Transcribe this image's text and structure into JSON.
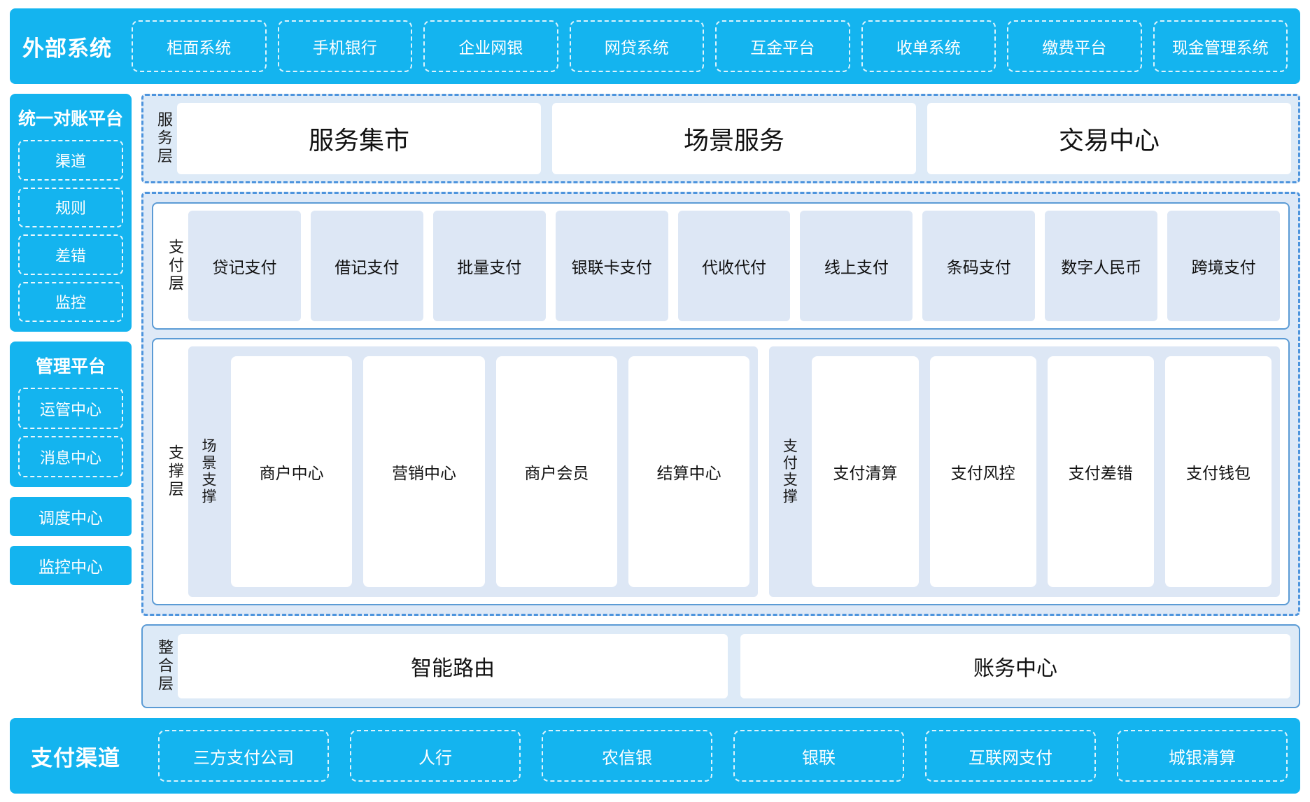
{
  "external_systems": {
    "title": "外部系统",
    "items": [
      "柜面系统",
      "手机银行",
      "企业网银",
      "网贷系统",
      "互金平台",
      "收单系统",
      "缴费平台",
      "现金管理系统"
    ]
  },
  "sidebar": {
    "reconciliation": {
      "title": "统一对账平台",
      "items": [
        "渠道",
        "规则",
        "差错",
        "监控"
      ]
    },
    "management": {
      "title": "管理平台",
      "items": [
        "运管中心",
        "消息中心"
      ]
    },
    "standalone": [
      "调度中心",
      "监控中心"
    ]
  },
  "service_layer": {
    "label": "服务层",
    "items": [
      "服务集市",
      "场景服务",
      "交易中心"
    ]
  },
  "payment_layer": {
    "label": "支付层",
    "items": [
      "贷记支付",
      "借记支付",
      "批量支付",
      "银联卡支付",
      "代收代付",
      "线上支付",
      "条码支付",
      "数字人民币",
      "跨境支付"
    ]
  },
  "support_layer": {
    "label": "支撑层",
    "groups": [
      {
        "label": "场景支撑",
        "items": [
          "商户中心",
          "营销中心",
          "商户会员",
          "结算中心"
        ]
      },
      {
        "label": "支付支撑",
        "items": [
          "支付清算",
          "支付风控",
          "支付差错",
          "支付钱包"
        ]
      }
    ]
  },
  "integration_layer": {
    "label": "整合层",
    "items": [
      "智能路由",
      "账务中心"
    ]
  },
  "payment_channels": {
    "title": "支付渠道",
    "items": [
      "三方支付公司",
      "人行",
      "农信银",
      "银联",
      "互联网支付",
      "城银清算"
    ]
  },
  "colors": {
    "brand_cyan": "#14b4ef",
    "dashed_blue": "#4d94dd",
    "panel_fill": "#ddeaf7",
    "card_fill": "#dde7f5",
    "white": "#ffffff"
  }
}
